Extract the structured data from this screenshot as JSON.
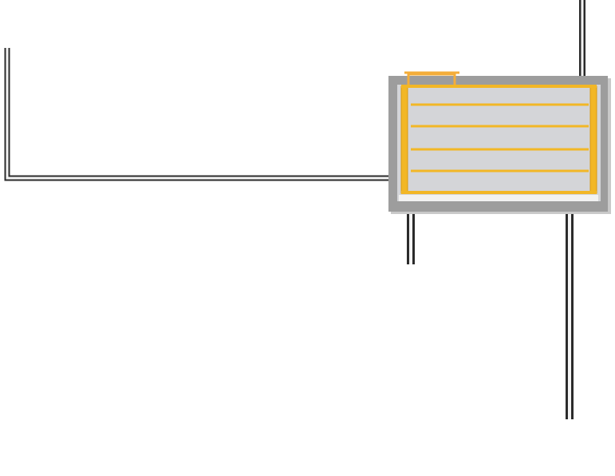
{
  "colors": {
    "background": "#ffffff",
    "pipe_wall": "#2b2b2b",
    "pipe_core": "#f4f4f4",
    "tank_casing": "#9d9d9d",
    "tank_interior": "#d4d5d8",
    "tank_bottom_strip": "#f2f2f2",
    "coil": "#f2b726",
    "coil_edge": "#d99a12",
    "handle": "#f4ad3a"
  },
  "tank": {
    "type": "heat-exchanger-tank",
    "coil_passes": 4,
    "handle": true
  },
  "pipes": [
    {
      "id": "pipe-left-inlet",
      "path": "vertical-then-horizontal-to-tank"
    },
    {
      "id": "pipe-top-right",
      "path": "vertical-into-tank-top"
    },
    {
      "id": "pipe-bottom-left",
      "path": "vertical-down-from-tank"
    },
    {
      "id": "pipe-bottom-right",
      "path": "vertical-down-from-tank-long"
    }
  ]
}
